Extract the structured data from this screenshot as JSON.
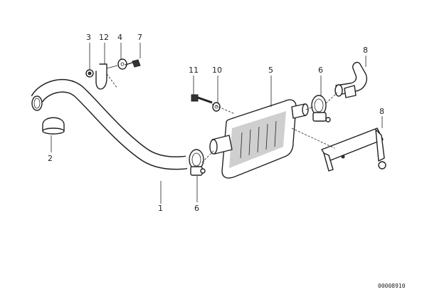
{
  "callouts": {
    "c1": "1",
    "c2": "2",
    "c3": "3",
    "c4": "4",
    "c5": "5",
    "c6a": "6",
    "c6b": "6",
    "c7": "7",
    "c8a": "8",
    "c8b": "8",
    "c10": "10",
    "c11": "11",
    "c12": "12"
  },
  "reference_number": "00008910"
}
